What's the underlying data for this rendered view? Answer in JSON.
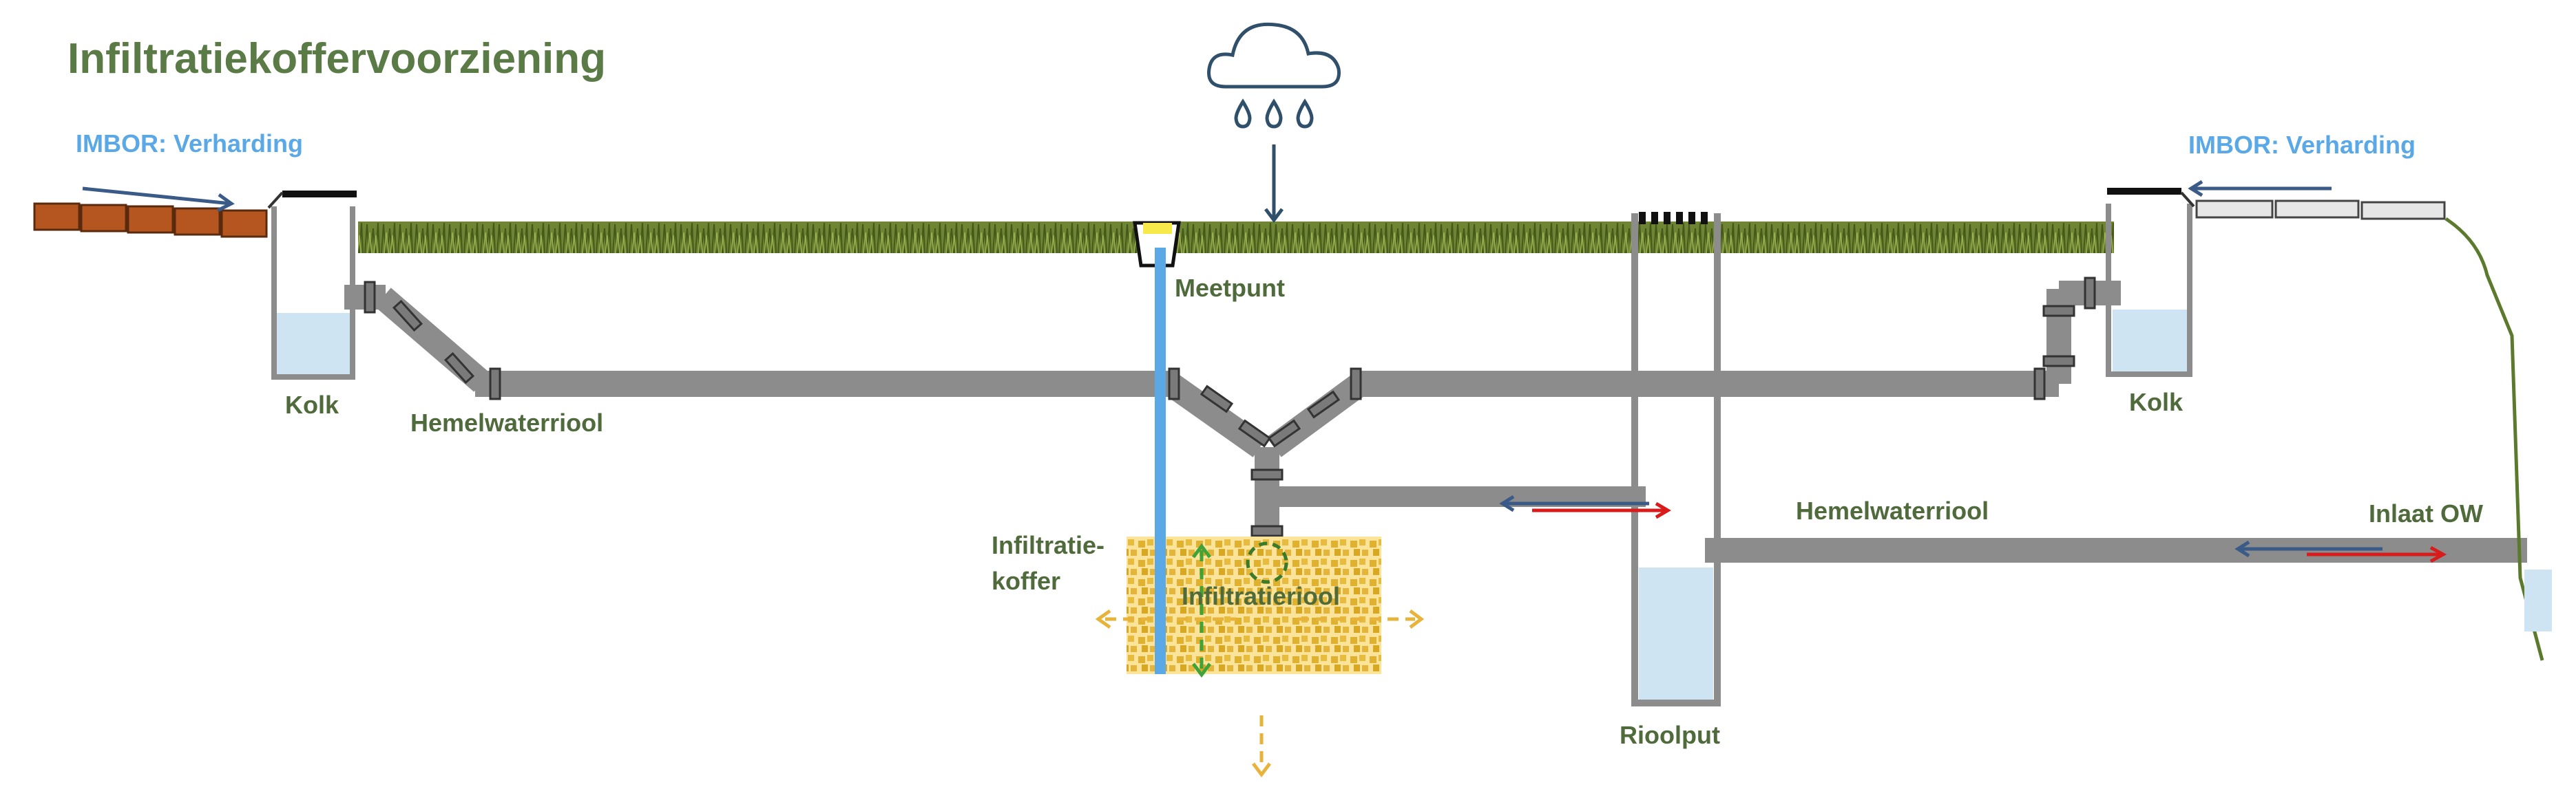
{
  "title": "Infiltratiekoffervoorziening",
  "labels": {
    "imbor_left": "IMBOR: Verharding",
    "imbor_right": "IMBOR: Verharding",
    "kolk_left": "Kolk",
    "kolk_right": "Kolk",
    "hemelwaterriool_left": "Hemelwaterriool",
    "hemelwaterriool_right": "Hemelwaterriool",
    "meetpunt": "Meetpunt",
    "infiltratiekoffer_line1": "Infiltratie-",
    "infiltratiekoffer_line2": "koffer",
    "infiltratieriool": "Infiltratieriool",
    "rioolput": "Rioolput",
    "inlaat_ow": "Inlaat OW"
  },
  "icons": {
    "rain_cloud": "cloud-rain-icon"
  },
  "colors": {
    "title": "#5a7a46",
    "imbor_label": "#5aa9e6",
    "label": "#4f6a3b",
    "pipe": "#8c8c8c",
    "water": "#cfe4f3",
    "grass": "#5b6e2a",
    "gravel": "#e2b63a",
    "brick": "#b5551f",
    "measure_tube": "#5aa9e6",
    "cloud": "#2f4f6a",
    "flow_red": "#d81b1b",
    "flow_blue": "#3a5a88",
    "percolation_green": "#3fa33a",
    "percolation_orange": "#e8b33a"
  }
}
